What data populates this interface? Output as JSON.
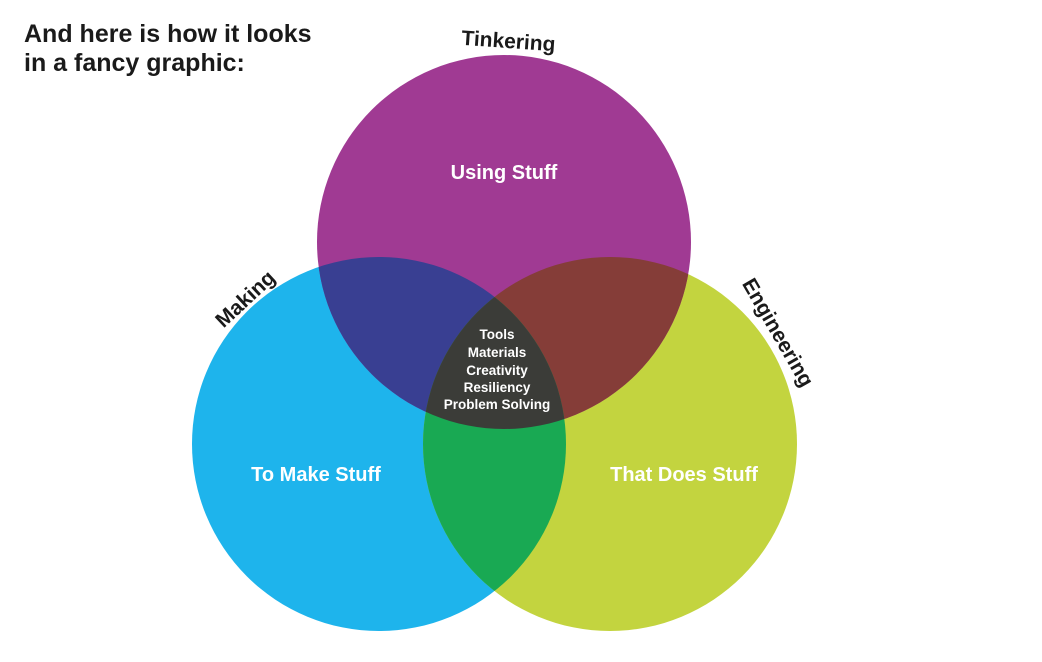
{
  "heading": {
    "line1": "And here is how it looks",
    "line2": "in a fancy graphic:"
  },
  "sets": {
    "tinkering": {
      "label": "Tinkering",
      "region_text": "Using Stuff",
      "color": "#A03A93"
    },
    "making": {
      "label": "Making",
      "region_text": "To Make Stuff",
      "color": "#1EB4EC"
    },
    "engineering": {
      "label": "Engineering",
      "region_text": "That Does Stuff",
      "color": "#C3D43F"
    }
  },
  "overlaps": {
    "tinkering_making": {
      "color": "#393F92"
    },
    "tinkering_engineering": {
      "color": "#853D38"
    },
    "making_engineering": {
      "color": "#19A953"
    },
    "center": {
      "color": "#3B3C38",
      "items": [
        "Tools",
        "Materials",
        "Creativity",
        "Resiliency",
        "Problem Solving"
      ]
    }
  }
}
